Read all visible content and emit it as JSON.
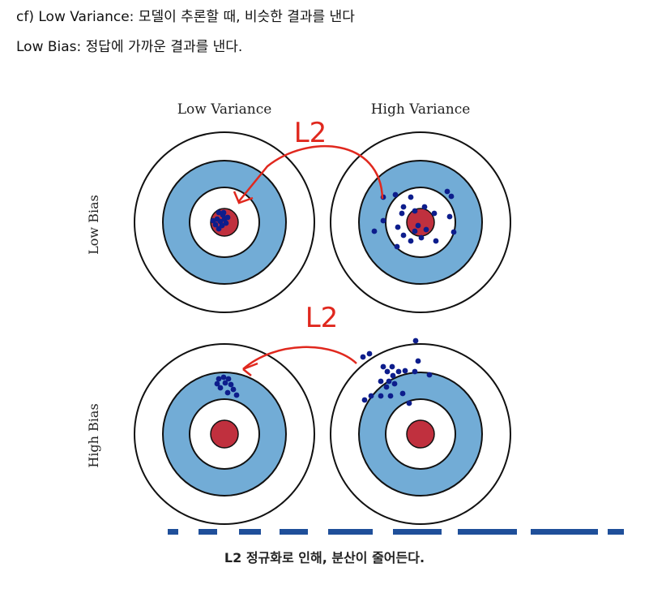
{
  "intro": {
    "line1": "cf) Low Variance: 모델이 추론할 때, 비슷한 결과를 낸다",
    "line2": "Low Bias: 정답에 가까운 결과를 낸다."
  },
  "figure": {
    "col_labels": [
      "Low Variance",
      "High Variance"
    ],
    "row_labels": [
      "Low Bias",
      "High Bias"
    ],
    "annotations": [
      "L2",
      "L2"
    ],
    "colors": {
      "ring_blue": "#72acd6",
      "bullseye_red": "#c0303e",
      "dot_navy": "#0d1d8c",
      "annotation_red": "#e0281e",
      "dash_blue": "#1f4f9a"
    }
  },
  "caption": "L2 정규화로 인해, 분산이 줄어든다."
}
